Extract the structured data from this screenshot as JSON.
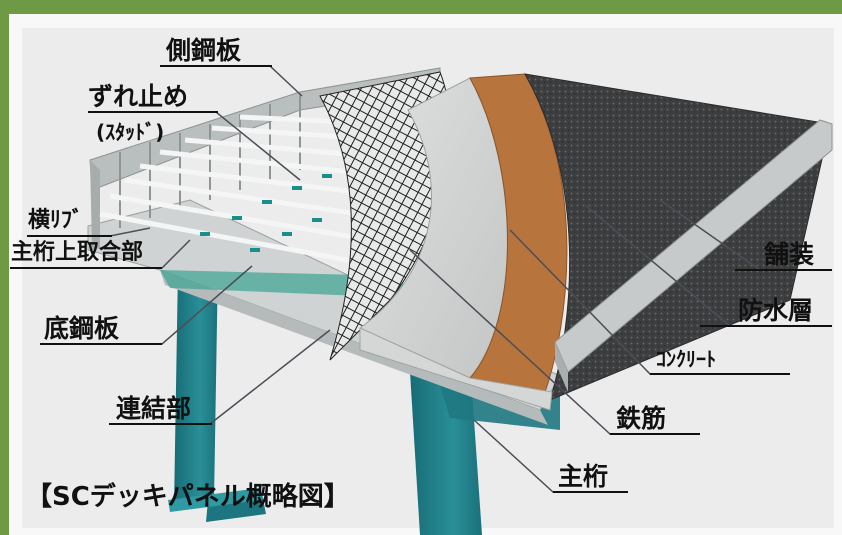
{
  "colors": {
    "frame": "#6f9a45",
    "leader": "#4a4f57",
    "girder": "#1f7d86",
    "steel": "#d8dcdc",
    "concrete": "#cfd2d1",
    "waterproof": "#b8743d",
    "pavement": "#3d3f41",
    "rebar": "#222222"
  },
  "labels": {
    "side_plate": "側鋼板",
    "stud_line1": "ずれ止め",
    "stud_line2": "(ｽﾀｯﾄﾞ)",
    "transverse_rib": "横ﾘﾌﾞ",
    "girder_joint": "主桁上取合部",
    "bottom_plate": "底鋼板",
    "connection": "連結部",
    "pavement": "舗装",
    "waterproof_layer": "防水層",
    "concrete": "ｺﾝｸﾘｰﾄ",
    "rebar": "鉄筋",
    "main_girder": "主桁"
  },
  "caption": "【SCデッキパネル概略図】"
}
